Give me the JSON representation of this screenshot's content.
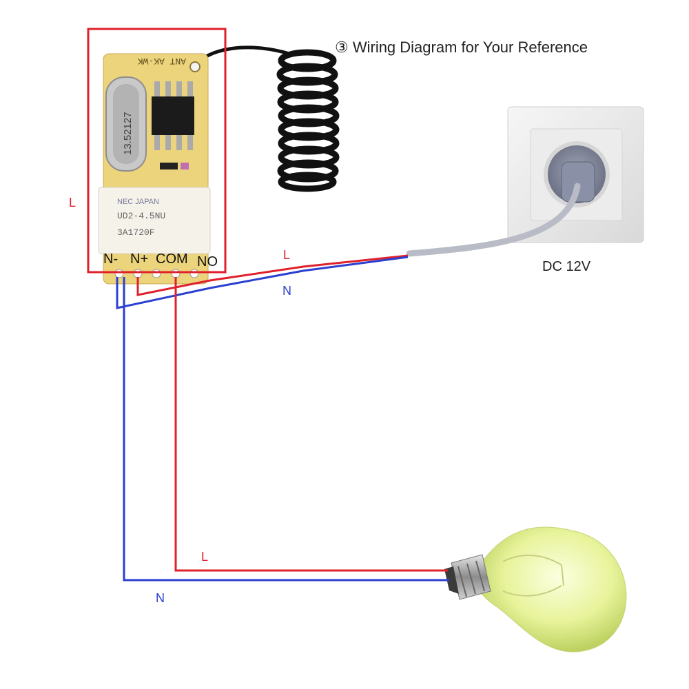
{
  "title": "③ Wiring Diagram for Your Reference",
  "power_label": "DC 12V",
  "colors": {
    "live": "#e0202a",
    "neutral": "#2b3fd0",
    "frame": "#e0202a",
    "pcb": "#e9d27a",
    "bulb": "#e6f2a0"
  },
  "module": {
    "frame_label": "L",
    "board_silk": "ANT AK-WK",
    "crystal_marking": "13.52127",
    "relay_brand": "NEC JAPAN",
    "relay_model": "UD2-4.5NU",
    "relay_code": "3A1720F",
    "terminals": [
      "N-",
      "N+",
      "COM",
      "NO"
    ]
  },
  "wires": {
    "supply_live": "L",
    "supply_neutral": "N",
    "load_live": "L",
    "load_neutral": "N"
  },
  "icons": [
    "antenna-icon",
    "wall-socket-icon",
    "light-bulb-icon",
    "receiver-module-icon"
  ]
}
